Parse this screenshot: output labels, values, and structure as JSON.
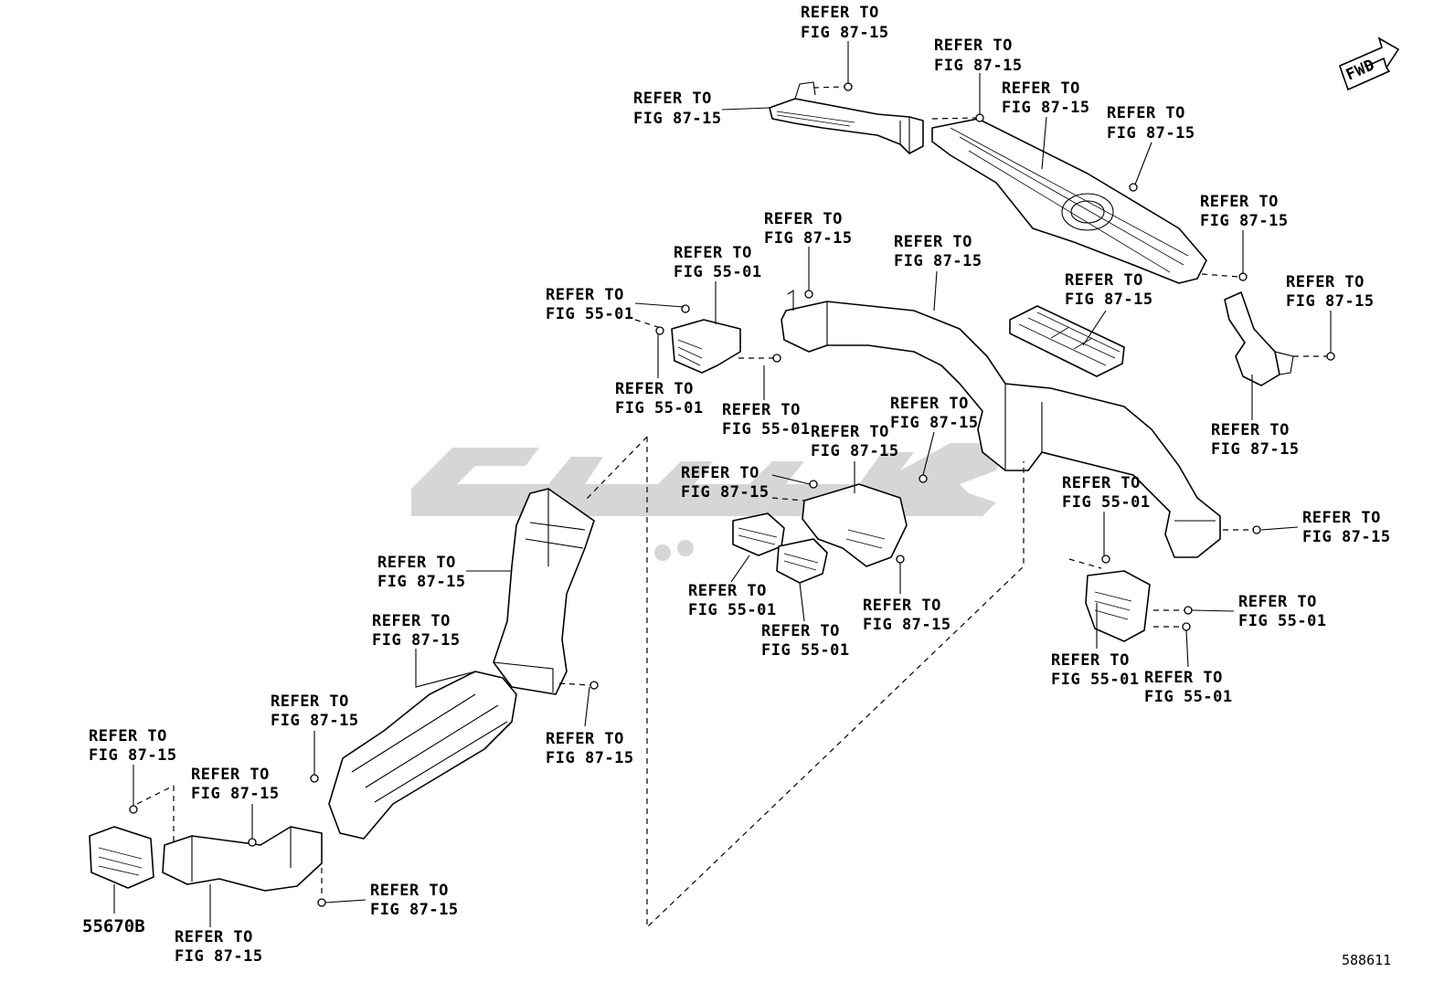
{
  "callout": {
    "line1": "REFER TO",
    "fig8715": "FIG 87-15",
    "fig5501": "FIG 55-01"
  },
  "part_number": "55670B",
  "illustration_id": "588611",
  "fwd_label": "FWD"
}
